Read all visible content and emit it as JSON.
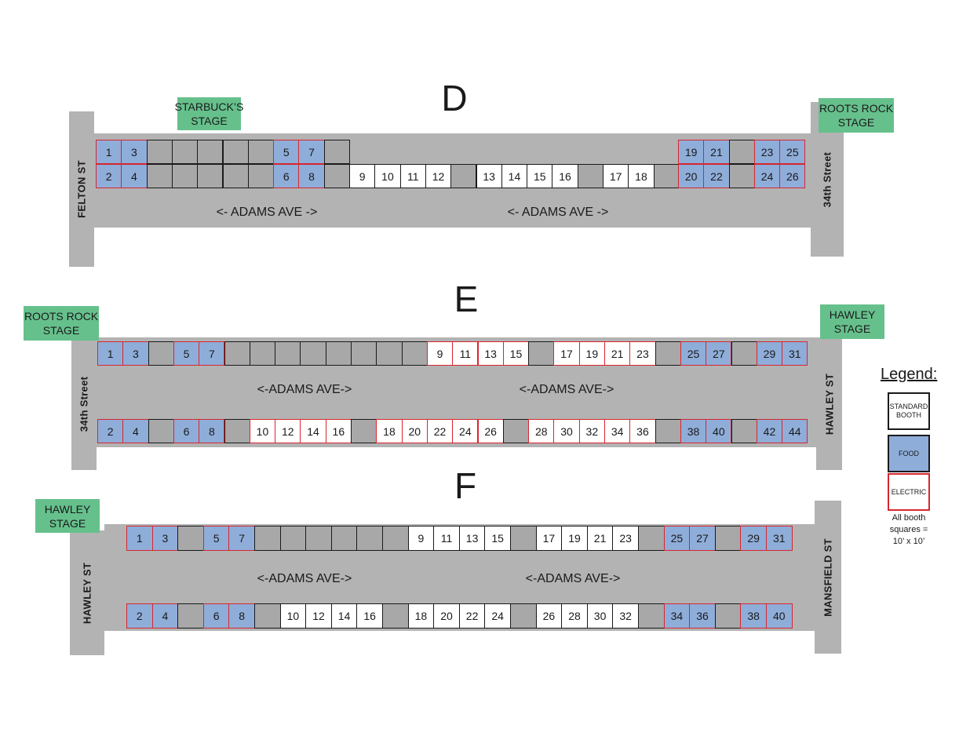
{
  "sections": {
    "D": {
      "letter": "D",
      "left_street": "FELTON ST",
      "right_street": "34th Street",
      "stage_left": "STARBUCK’S\nSTAGE",
      "stage_right": "ROOTS ROCK\nSTAGE",
      "avenue_labels": [
        "<- ADAMS AVE ->",
        "<- ADAMS AVE ->"
      ]
    },
    "E": {
      "letter": "E",
      "left_street": "34th Street",
      "right_street": "HAWLEY ST",
      "stage_left": "ROOTS ROCK\nSTAGE",
      "stage_right": "HAWLEY\nSTAGE",
      "avenue_labels": [
        "<-ADAMS AVE->",
        "<-ADAMS AVE->"
      ]
    },
    "F": {
      "letter": "F",
      "left_street": "HAWLEY ST",
      "right_street": "MANSFIELD ST",
      "stage_left": "HAWLEY\nSTAGE",
      "avenue_labels": [
        "<-ADAMS AVE->",
        "<-ADAMS AVE->"
      ]
    }
  },
  "booth_types": {
    "standard": "standard booth",
    "food": "food (blue, red outline)",
    "electric": "electric (white, red outline)",
    "unassigned": "grey square"
  },
  "booths": {
    "D_top": [
      {
        "n": "1",
        "t": "food"
      },
      {
        "n": "3",
        "t": "food"
      },
      {
        "n": "",
        "t": "empty"
      },
      {
        "n": "",
        "t": "empty"
      },
      {
        "n": "",
        "t": "empty"
      },
      {
        "n": "",
        "t": "empty"
      },
      {
        "n": "",
        "t": "empty"
      },
      {
        "n": "5",
        "t": "food"
      },
      {
        "n": "7",
        "t": "food"
      },
      {
        "n": "",
        "t": "empty"
      },
      {
        "n": "19",
        "t": "food"
      },
      {
        "n": "21",
        "t": "food"
      },
      {
        "n": "",
        "t": "empty"
      },
      {
        "n": "23",
        "t": "food"
      },
      {
        "n": "25",
        "t": "food"
      }
    ],
    "D_bottom": [
      {
        "n": "2",
        "t": "food"
      },
      {
        "n": "4",
        "t": "food"
      },
      {
        "n": "",
        "t": "empty"
      },
      {
        "n": "",
        "t": "empty"
      },
      {
        "n": "",
        "t": "empty"
      },
      {
        "n": "",
        "t": "empty"
      },
      {
        "n": "",
        "t": "empty"
      },
      {
        "n": "6",
        "t": "food"
      },
      {
        "n": "8",
        "t": "food"
      },
      {
        "n": "",
        "t": "empty"
      },
      {
        "n": "9",
        "t": "std"
      },
      {
        "n": "10",
        "t": "std"
      },
      {
        "n": "11",
        "t": "std"
      },
      {
        "n": "12",
        "t": "std"
      },
      {
        "n": "",
        "t": "empty"
      },
      {
        "n": "13",
        "t": "std"
      },
      {
        "n": "14",
        "t": "std"
      },
      {
        "n": "15",
        "t": "std"
      },
      {
        "n": "16",
        "t": "std"
      },
      {
        "n": "",
        "t": "empty"
      },
      {
        "n": "17",
        "t": "std"
      },
      {
        "n": "18",
        "t": "std"
      },
      {
        "n": "",
        "t": "empty"
      },
      {
        "n": "20",
        "t": "food"
      },
      {
        "n": "22",
        "t": "food"
      },
      {
        "n": "",
        "t": "empty"
      },
      {
        "n": "24",
        "t": "food"
      },
      {
        "n": "26",
        "t": "food"
      }
    ],
    "E_top": [
      {
        "n": "1",
        "t": "food"
      },
      {
        "n": "3",
        "t": "food"
      },
      {
        "n": "",
        "t": "empty"
      },
      {
        "n": "5",
        "t": "food"
      },
      {
        "n": "7",
        "t": "food"
      },
      {
        "n": "",
        "t": "empty"
      },
      {
        "n": "",
        "t": "empty"
      },
      {
        "n": "",
        "t": "empty"
      },
      {
        "n": "",
        "t": "empty"
      },
      {
        "n": "",
        "t": "empty"
      },
      {
        "n": "",
        "t": "empty"
      },
      {
        "n": "",
        "t": "empty"
      },
      {
        "n": "",
        "t": "empty"
      },
      {
        "n": "9",
        "t": "elec"
      },
      {
        "n": "11",
        "t": "elec"
      },
      {
        "n": "13",
        "t": "elec"
      },
      {
        "n": "15",
        "t": "elec"
      },
      {
        "n": "",
        "t": "empty"
      },
      {
        "n": "17",
        "t": "elec"
      },
      {
        "n": "19",
        "t": "elec"
      },
      {
        "n": "21",
        "t": "elec"
      },
      {
        "n": "23",
        "t": "elec"
      },
      {
        "n": "",
        "t": "empty"
      },
      {
        "n": "25",
        "t": "food"
      },
      {
        "n": "27",
        "t": "food"
      },
      {
        "n": "",
        "t": "empty"
      },
      {
        "n": "29",
        "t": "food"
      },
      {
        "n": "31",
        "t": "food"
      }
    ],
    "E_bottom": [
      {
        "n": "2",
        "t": "food"
      },
      {
        "n": "4",
        "t": "food"
      },
      {
        "n": "",
        "t": "empty"
      },
      {
        "n": "6",
        "t": "food"
      },
      {
        "n": "8",
        "t": "food"
      },
      {
        "n": "",
        "t": "empty"
      },
      {
        "n": "10",
        "t": "elec"
      },
      {
        "n": "12",
        "t": "elec"
      },
      {
        "n": "14",
        "t": "elec"
      },
      {
        "n": "16",
        "t": "elec"
      },
      {
        "n": "",
        "t": "empty"
      },
      {
        "n": "18",
        "t": "elec"
      },
      {
        "n": "20",
        "t": "elec"
      },
      {
        "n": "22",
        "t": "elec"
      },
      {
        "n": "24",
        "t": "elec"
      },
      {
        "n": "26",
        "t": "elec"
      },
      {
        "n": "",
        "t": "empty"
      },
      {
        "n": "28",
        "t": "elec"
      },
      {
        "n": "30",
        "t": "elec"
      },
      {
        "n": "32",
        "t": "elec"
      },
      {
        "n": "34",
        "t": "elec"
      },
      {
        "n": "36",
        "t": "elec"
      },
      {
        "n": "",
        "t": "empty"
      },
      {
        "n": "38",
        "t": "food"
      },
      {
        "n": "40",
        "t": "food"
      },
      {
        "n": "",
        "t": "empty"
      },
      {
        "n": "42",
        "t": "food"
      },
      {
        "n": "44",
        "t": "food"
      }
    ],
    "F_top": [
      {
        "n": "1",
        "t": "food"
      },
      {
        "n": "3",
        "t": "food"
      },
      {
        "n": "",
        "t": "empty"
      },
      {
        "n": "5",
        "t": "food"
      },
      {
        "n": "7",
        "t": "food"
      },
      {
        "n": "",
        "t": "empty"
      },
      {
        "n": "",
        "t": "empty"
      },
      {
        "n": "",
        "t": "empty"
      },
      {
        "n": "",
        "t": "empty"
      },
      {
        "n": "",
        "t": "empty"
      },
      {
        "n": "",
        "t": "empty"
      },
      {
        "n": "9",
        "t": "std"
      },
      {
        "n": "11",
        "t": "std"
      },
      {
        "n": "13",
        "t": "std"
      },
      {
        "n": "15",
        "t": "std"
      },
      {
        "n": "",
        "t": "empty"
      },
      {
        "n": "17",
        "t": "std"
      },
      {
        "n": "19",
        "t": "std"
      },
      {
        "n": "21",
        "t": "std"
      },
      {
        "n": "23",
        "t": "std"
      },
      {
        "n": "",
        "t": "empty"
      },
      {
        "n": "25",
        "t": "food"
      },
      {
        "n": "27",
        "t": "food"
      },
      {
        "n": "",
        "t": "empty"
      },
      {
        "n": "29",
        "t": "food"
      },
      {
        "n": "31",
        "t": "food"
      }
    ],
    "F_bottom": [
      {
        "n": "2",
        "t": "food"
      },
      {
        "n": "4",
        "t": "food"
      },
      {
        "n": "",
        "t": "empty"
      },
      {
        "n": "6",
        "t": "food"
      },
      {
        "n": "8",
        "t": "food"
      },
      {
        "n": "",
        "t": "empty"
      },
      {
        "n": "10",
        "t": "std"
      },
      {
        "n": "12",
        "t": "std"
      },
      {
        "n": "14",
        "t": "std"
      },
      {
        "n": "16",
        "t": "std"
      },
      {
        "n": "",
        "t": "empty"
      },
      {
        "n": "18",
        "t": "std"
      },
      {
        "n": "20",
        "t": "std"
      },
      {
        "n": "22",
        "t": "std"
      },
      {
        "n": "24",
        "t": "std"
      },
      {
        "n": "",
        "t": "empty"
      },
      {
        "n": "26",
        "t": "std"
      },
      {
        "n": "28",
        "t": "std"
      },
      {
        "n": "30",
        "t": "std"
      },
      {
        "n": "32",
        "t": "std"
      },
      {
        "n": "",
        "t": "empty"
      },
      {
        "n": "34",
        "t": "food"
      },
      {
        "n": "36",
        "t": "food"
      },
      {
        "n": "",
        "t": "empty"
      },
      {
        "n": "38",
        "t": "food"
      },
      {
        "n": "40",
        "t": "food"
      }
    ]
  },
  "legend": {
    "title": "Legend:",
    "standard": "STANDARD\nBOOTH",
    "food": "FOOD",
    "electric": "ELECTRIC",
    "note": "All booth\nsquares =\n10’ x 10’"
  },
  "colors": {
    "street": "#b3b3b4",
    "stage": "#66c08c",
    "food": "#8fadd9",
    "outline_red": "#d7262e",
    "empty_booth": "#a8a8a9"
  }
}
